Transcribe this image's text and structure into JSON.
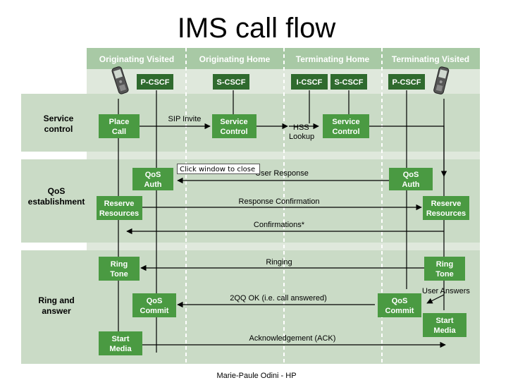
{
  "slide": {
    "title": "IMS call flow",
    "footer": "Marie-Paule Odini - HP"
  },
  "columns": [
    {
      "name": "Originating Visited"
    },
    {
      "name": "Originating Home"
    },
    {
      "name": "Terminating Home"
    },
    {
      "name": "Terminating Visited"
    }
  ],
  "entities": [
    "P-CSCF",
    "S-CSCF",
    "I-CSCF",
    "S-CSCF",
    "P-CSCF"
  ],
  "rows": [
    "Service control",
    "QoS establishment",
    "Ring and answer"
  ],
  "boxes": {
    "place_call": "Place Call",
    "service_control_orig": "Service Control",
    "service_control_term": "Service Control",
    "qos_auth_orig": "QoS Auth",
    "qos_auth_term": "QoS Auth",
    "reserve_resources_orig": "Reserve Resources",
    "reserve_resources_term": "Reserve Resources",
    "ring_tone_orig": "Ring Tone",
    "ring_tone_term": "Ring Tone",
    "qos_commit_orig": "QoS Commit",
    "qos_commit_term": "QoS Commit",
    "start_media_orig": "Start Media",
    "start_media_term": "Start Media"
  },
  "messages": {
    "sip_invite": "SIP Invite",
    "hss_lookup": "HSS Lookup",
    "user_response": "User Response",
    "response_confirmation": "Response Confirmation",
    "confirmations": "Confirmations*",
    "ringing": "Ringing",
    "ok_200": "2QQ OK (i.e. call answered)",
    "user_answers": "User Answers",
    "ack": "Acknowledgement (ACK)"
  },
  "tooltip": "Click window to close",
  "colors": {
    "header_bg": "#a8c9a5",
    "panel_bg": "#dfe8dc",
    "row_band": "#cadbc6",
    "box": "#4a9a42",
    "entity_box": "#2f6a2e",
    "line": "#000000"
  }
}
